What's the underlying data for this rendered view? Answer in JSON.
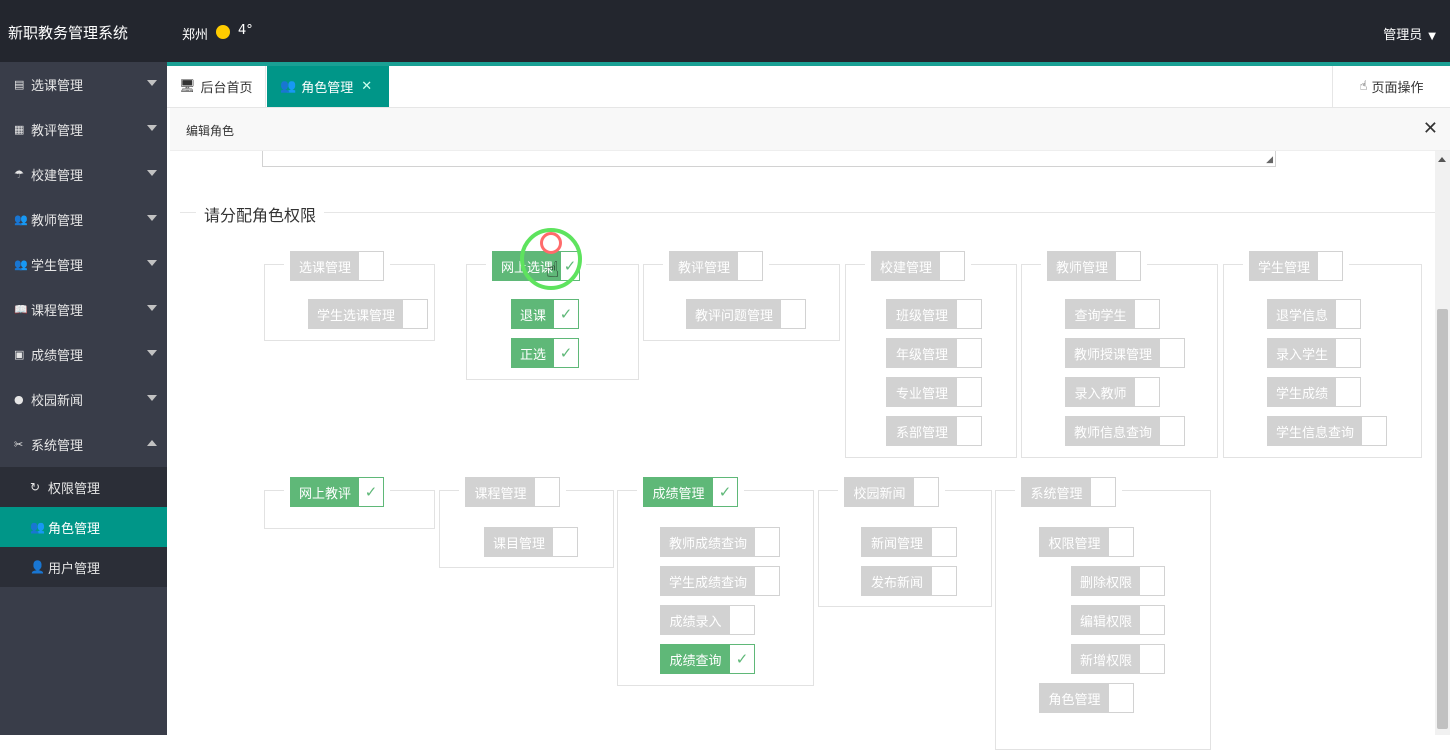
{
  "topbar": {
    "brand": "新职教务管理系统",
    "city": "郑州",
    "temp": "4°",
    "user": "管理员"
  },
  "sidebar": {
    "items": [
      {
        "label": "选课管理"
      },
      {
        "label": "教评管理"
      },
      {
        "label": "校建管理"
      },
      {
        "label": "教师管理"
      },
      {
        "label": "学生管理"
      },
      {
        "label": "课程管理"
      },
      {
        "label": "成绩管理"
      },
      {
        "label": "校园新闻"
      },
      {
        "label": "系统管理"
      }
    ],
    "sub_items": [
      {
        "label": "权限管理"
      },
      {
        "label": "角色管理"
      },
      {
        "label": "用户管理"
      }
    ]
  },
  "tabs": [
    {
      "label": "后台首页"
    },
    {
      "label": "角色管理"
    }
  ],
  "page_ops": "页面操作",
  "dialog": {
    "title": "编辑角色",
    "legend": "请分配角色权限"
  },
  "permissions": [
    {
      "label": "选课管理",
      "checked": false,
      "children": [
        {
          "label": "学生选课管理",
          "checked": false
        }
      ]
    },
    {
      "label": "网上选课",
      "checked": true,
      "children": [
        {
          "label": "退课",
          "checked": true
        },
        {
          "label": "正选",
          "checked": true
        }
      ]
    },
    {
      "label": "教评管理",
      "checked": false,
      "children": [
        {
          "label": "教评问题管理",
          "checked": false
        }
      ]
    },
    {
      "label": "校建管理",
      "checked": false,
      "children": [
        {
          "label": "班级管理",
          "checked": false
        },
        {
          "label": "年级管理",
          "checked": false
        },
        {
          "label": "专业管理",
          "checked": false
        },
        {
          "label": "系部管理",
          "checked": false
        }
      ]
    },
    {
      "label": "教师管理",
      "checked": false,
      "children": [
        {
          "label": "查询学生",
          "checked": false
        },
        {
          "label": "教师授课管理",
          "checked": false
        },
        {
          "label": "录入教师",
          "checked": false
        },
        {
          "label": "教师信息查询",
          "checked": false
        }
      ]
    },
    {
      "label": "学生管理",
      "checked": false,
      "children": [
        {
          "label": "退学信息",
          "checked": false
        },
        {
          "label": "录入学生",
          "checked": false
        },
        {
          "label": "学生成绩",
          "checked": false
        },
        {
          "label": "学生信息查询",
          "checked": false
        }
      ]
    },
    {
      "label": "网上教评",
      "checked": true,
      "children": []
    },
    {
      "label": "课程管理",
      "checked": false,
      "children": [
        {
          "label": "课目管理",
          "checked": false
        }
      ]
    },
    {
      "label": "成绩管理",
      "checked": true,
      "children": [
        {
          "label": "教师成绩查询",
          "checked": false
        },
        {
          "label": "学生成绩查询",
          "checked": false
        },
        {
          "label": "成绩录入",
          "checked": false
        },
        {
          "label": "成绩查询",
          "checked": true
        }
      ]
    },
    {
      "label": "校园新闻",
      "checked": false,
      "children": [
        {
          "label": "新闻管理",
          "checked": false
        },
        {
          "label": "发布新闻",
          "checked": false
        }
      ]
    },
    {
      "label": "系统管理",
      "checked": false,
      "children": [
        {
          "label": "权限管理",
          "checked": false,
          "children": [
            {
              "label": "删除权限",
              "checked": false
            },
            {
              "label": "编辑权限",
              "checked": false
            },
            {
              "label": "新增权限",
              "checked": false
            }
          ]
        },
        {
          "label": "角色管理",
          "checked": false
        }
      ]
    }
  ]
}
